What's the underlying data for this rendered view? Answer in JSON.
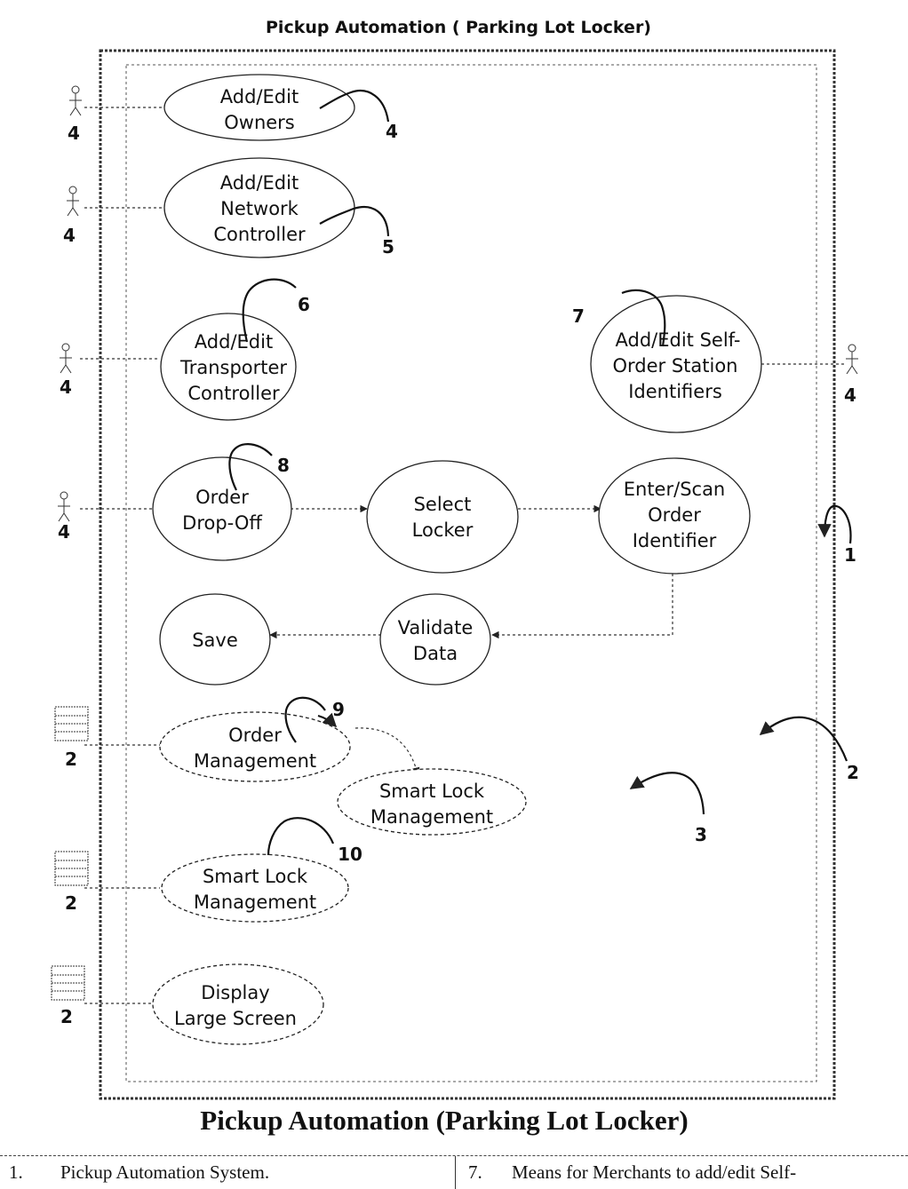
{
  "diagram": {
    "top_title": "Pickup Automation ( Parking Lot Locker)",
    "caption": "Pickup Automation (Parking Lot Locker)",
    "use_cases": [
      {
        "id": "add-edit-owners",
        "lines": [
          "Add/Edit",
          "Owners"
        ]
      },
      {
        "id": "add-edit-network-controller",
        "lines": [
          "Add/Edit",
          "Network",
          "Controller"
        ]
      },
      {
        "id": "add-edit-transporter-controller",
        "lines": [
          "Add/Edit",
          "Transporter",
          "Controller"
        ]
      },
      {
        "id": "add-edit-self-order-station-identifiers",
        "lines": [
          "Add/Edit Self-",
          "Order Station",
          "Identifiers"
        ]
      },
      {
        "id": "order-drop-off",
        "lines": [
          "Order",
          "Drop-Off"
        ]
      },
      {
        "id": "select-locker",
        "lines": [
          "Select",
          "Locker"
        ]
      },
      {
        "id": "enter-scan-order-identifier",
        "lines": [
          "Enter/Scan",
          "Order",
          "Identifier"
        ]
      },
      {
        "id": "validate-data",
        "lines": [
          "Validate",
          "Data"
        ]
      },
      {
        "id": "save",
        "lines": [
          "Save"
        ]
      },
      {
        "id": "order-management",
        "lines": [
          "Order",
          "Management"
        ]
      },
      {
        "id": "smart-lock-management-1",
        "lines": [
          "Smart Lock",
          "Management"
        ]
      },
      {
        "id": "smart-lock-management-2",
        "lines": [
          "Smart Lock",
          "Management"
        ]
      },
      {
        "id": "display-large-screen",
        "lines": [
          "Display",
          "Large Screen"
        ]
      }
    ],
    "actor_labels": [
      "4",
      "4",
      "4",
      "4",
      "4"
    ],
    "device_labels": [
      "2",
      "2",
      "2"
    ],
    "reference_numerals": [
      "1",
      "2",
      "3",
      "4",
      "5",
      "6",
      "7",
      "8",
      "9",
      "10"
    ]
  },
  "legend": {
    "left_number": "1.",
    "left_text": "Pickup Automation System.",
    "right_number": "7.",
    "right_text": "Means for Merchants to add/edit Self-"
  }
}
